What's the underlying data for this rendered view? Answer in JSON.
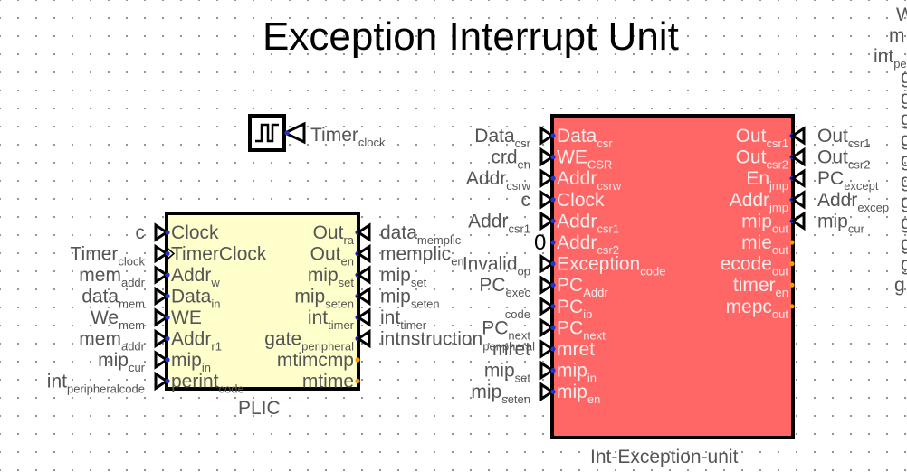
{
  "title": "Exception  Interrupt  Unit",
  "timer_label": {
    "main": "Timer",
    "sub": "clock"
  },
  "plic": {
    "caption": "PLIC",
    "ext_inputs": [
      {
        "main": "c",
        "sub": ""
      },
      {
        "main": "Timer",
        "sub": "clock"
      },
      {
        "main": "mem",
        "sub": "addr"
      },
      {
        "main": "data",
        "sub": "mem"
      },
      {
        "main": "We",
        "sub": "mem"
      },
      {
        "main": "mem",
        "sub": "addr"
      },
      {
        "main": "mip",
        "sub": "cur"
      },
      {
        "main": "int",
        "sub": "peripheralcode"
      }
    ],
    "inputs": [
      {
        "main": "Clock",
        "sub": ""
      },
      {
        "main": "TimerClock",
        "sub": ""
      },
      {
        "main": "Addr",
        "sub": "w"
      },
      {
        "main": "Data",
        "sub": "in"
      },
      {
        "main": "WE",
        "sub": ""
      },
      {
        "main": "Addr",
        "sub": "r1"
      },
      {
        "main": "mip",
        "sub": "in"
      },
      {
        "main": "perint",
        "sub": "code"
      }
    ],
    "outputs": [
      {
        "main": "Out",
        "sub": "ra"
      },
      {
        "main": "Out",
        "sub": "en"
      },
      {
        "main": "mip",
        "sub": "set"
      },
      {
        "main": "mip",
        "sub": "seten"
      },
      {
        "main": "int",
        "sub": "timer"
      },
      {
        "main": "gate",
        "sub": "peripheral"
      },
      {
        "main": "mtimcmp",
        "sub": ""
      },
      {
        "main": "mtime",
        "sub": ""
      }
    ],
    "ext_outputs": [
      {
        "main": "data",
        "sub": "memplic"
      },
      {
        "main": "memplic",
        "sub": "en"
      },
      {
        "main": "mip",
        "sub": "set"
      },
      {
        "main": "mip",
        "sub": "seten"
      },
      {
        "main": "int",
        "sub": "timer"
      },
      {
        "main": "intnstruction",
        "sub": "peripheral"
      }
    ]
  },
  "ieu": {
    "caption": "Int-Exception-unit",
    "ext_inputs": [
      {
        "main": "Data",
        "sub": "csr"
      },
      {
        "main": "crd",
        "sub": "en"
      },
      {
        "main": "Addr",
        "sub": "csrw"
      },
      {
        "main": "c",
        "sub": ""
      },
      {
        "main": "Addr",
        "sub": "csr1"
      },
      {
        "main": "0",
        "sub": ""
      },
      {
        "main": "Invalid",
        "sub": "op"
      },
      {
        "main": "PC",
        "sub": "exec"
      },
      {
        "main": "",
        "sub": "code"
      },
      {
        "main": "PC",
        "sub": "next"
      },
      {
        "main": "mret",
        "sub": ""
      },
      {
        "main": "mip",
        "sub": "set"
      },
      {
        "main": "mip",
        "sub": "seten"
      }
    ],
    "inputs": [
      {
        "main": "Data",
        "sub": "csr"
      },
      {
        "main": "WE",
        "sub": "CSR"
      },
      {
        "main": "Addr",
        "sub": "csrw"
      },
      {
        "main": "Clock",
        "sub": ""
      },
      {
        "main": "Addr",
        "sub": "csr1"
      },
      {
        "main": "Addr",
        "sub": "csr2"
      },
      {
        "main": "Exception",
        "sub": "code"
      },
      {
        "main": "PC",
        "sub": "Addr"
      },
      {
        "main": "PC",
        "sub": "ip"
      },
      {
        "main": "PC",
        "sub": "next"
      },
      {
        "main": "mret",
        "sub": ""
      },
      {
        "main": "mip",
        "sub": "in"
      },
      {
        "main": "mip",
        "sub": "en"
      }
    ],
    "outputs": [
      {
        "main": "Out",
        "sub": "csr1"
      },
      {
        "main": "Out",
        "sub": "csr2"
      },
      {
        "main": "En",
        "sub": "jmp"
      },
      {
        "main": "Addr",
        "sub": "jmp"
      },
      {
        "main": "mip",
        "sub": "out"
      },
      {
        "main": "mie",
        "sub": "out"
      },
      {
        "main": "ecode",
        "sub": "out"
      },
      {
        "main": "timer",
        "sub": "en"
      },
      {
        "main": "mepc",
        "sub": "out"
      }
    ],
    "ext_outputs": [
      {
        "main": "Out",
        "sub": "csr1"
      },
      {
        "main": "Out",
        "sub": "csr2"
      },
      {
        "main": "PC",
        "sub": "except"
      },
      {
        "main": "Addr",
        "sub": "excep"
      },
      {
        "main": "mip",
        "sub": "cur"
      }
    ]
  },
  "right_edge": [
    {
      "main": "W",
      "sub": ""
    },
    {
      "main": "m",
      "sub": ""
    },
    {
      "main": "int",
      "sub": "pe"
    },
    {
      "main": "g",
      "sub": ""
    },
    {
      "main": "g",
      "sub": ""
    },
    {
      "main": "g",
      "sub": ""
    },
    {
      "main": "g",
      "sub": ""
    },
    {
      "main": "g",
      "sub": ""
    },
    {
      "main": "g",
      "sub": ""
    },
    {
      "main": "g",
      "sub": ""
    },
    {
      "main": "g",
      "sub": ""
    },
    {
      "main": "g",
      "sub": ""
    },
    {
      "main": "g",
      "sub": ""
    },
    {
      "main": "g",
      "sub": ""
    }
  ],
  "colors": {
    "plic_fill": "#ffffcc",
    "ieu_fill": "#ff6666",
    "pin_dot": "#2233cc",
    "orange_dot": "#ff9900",
    "label": "#555555"
  }
}
